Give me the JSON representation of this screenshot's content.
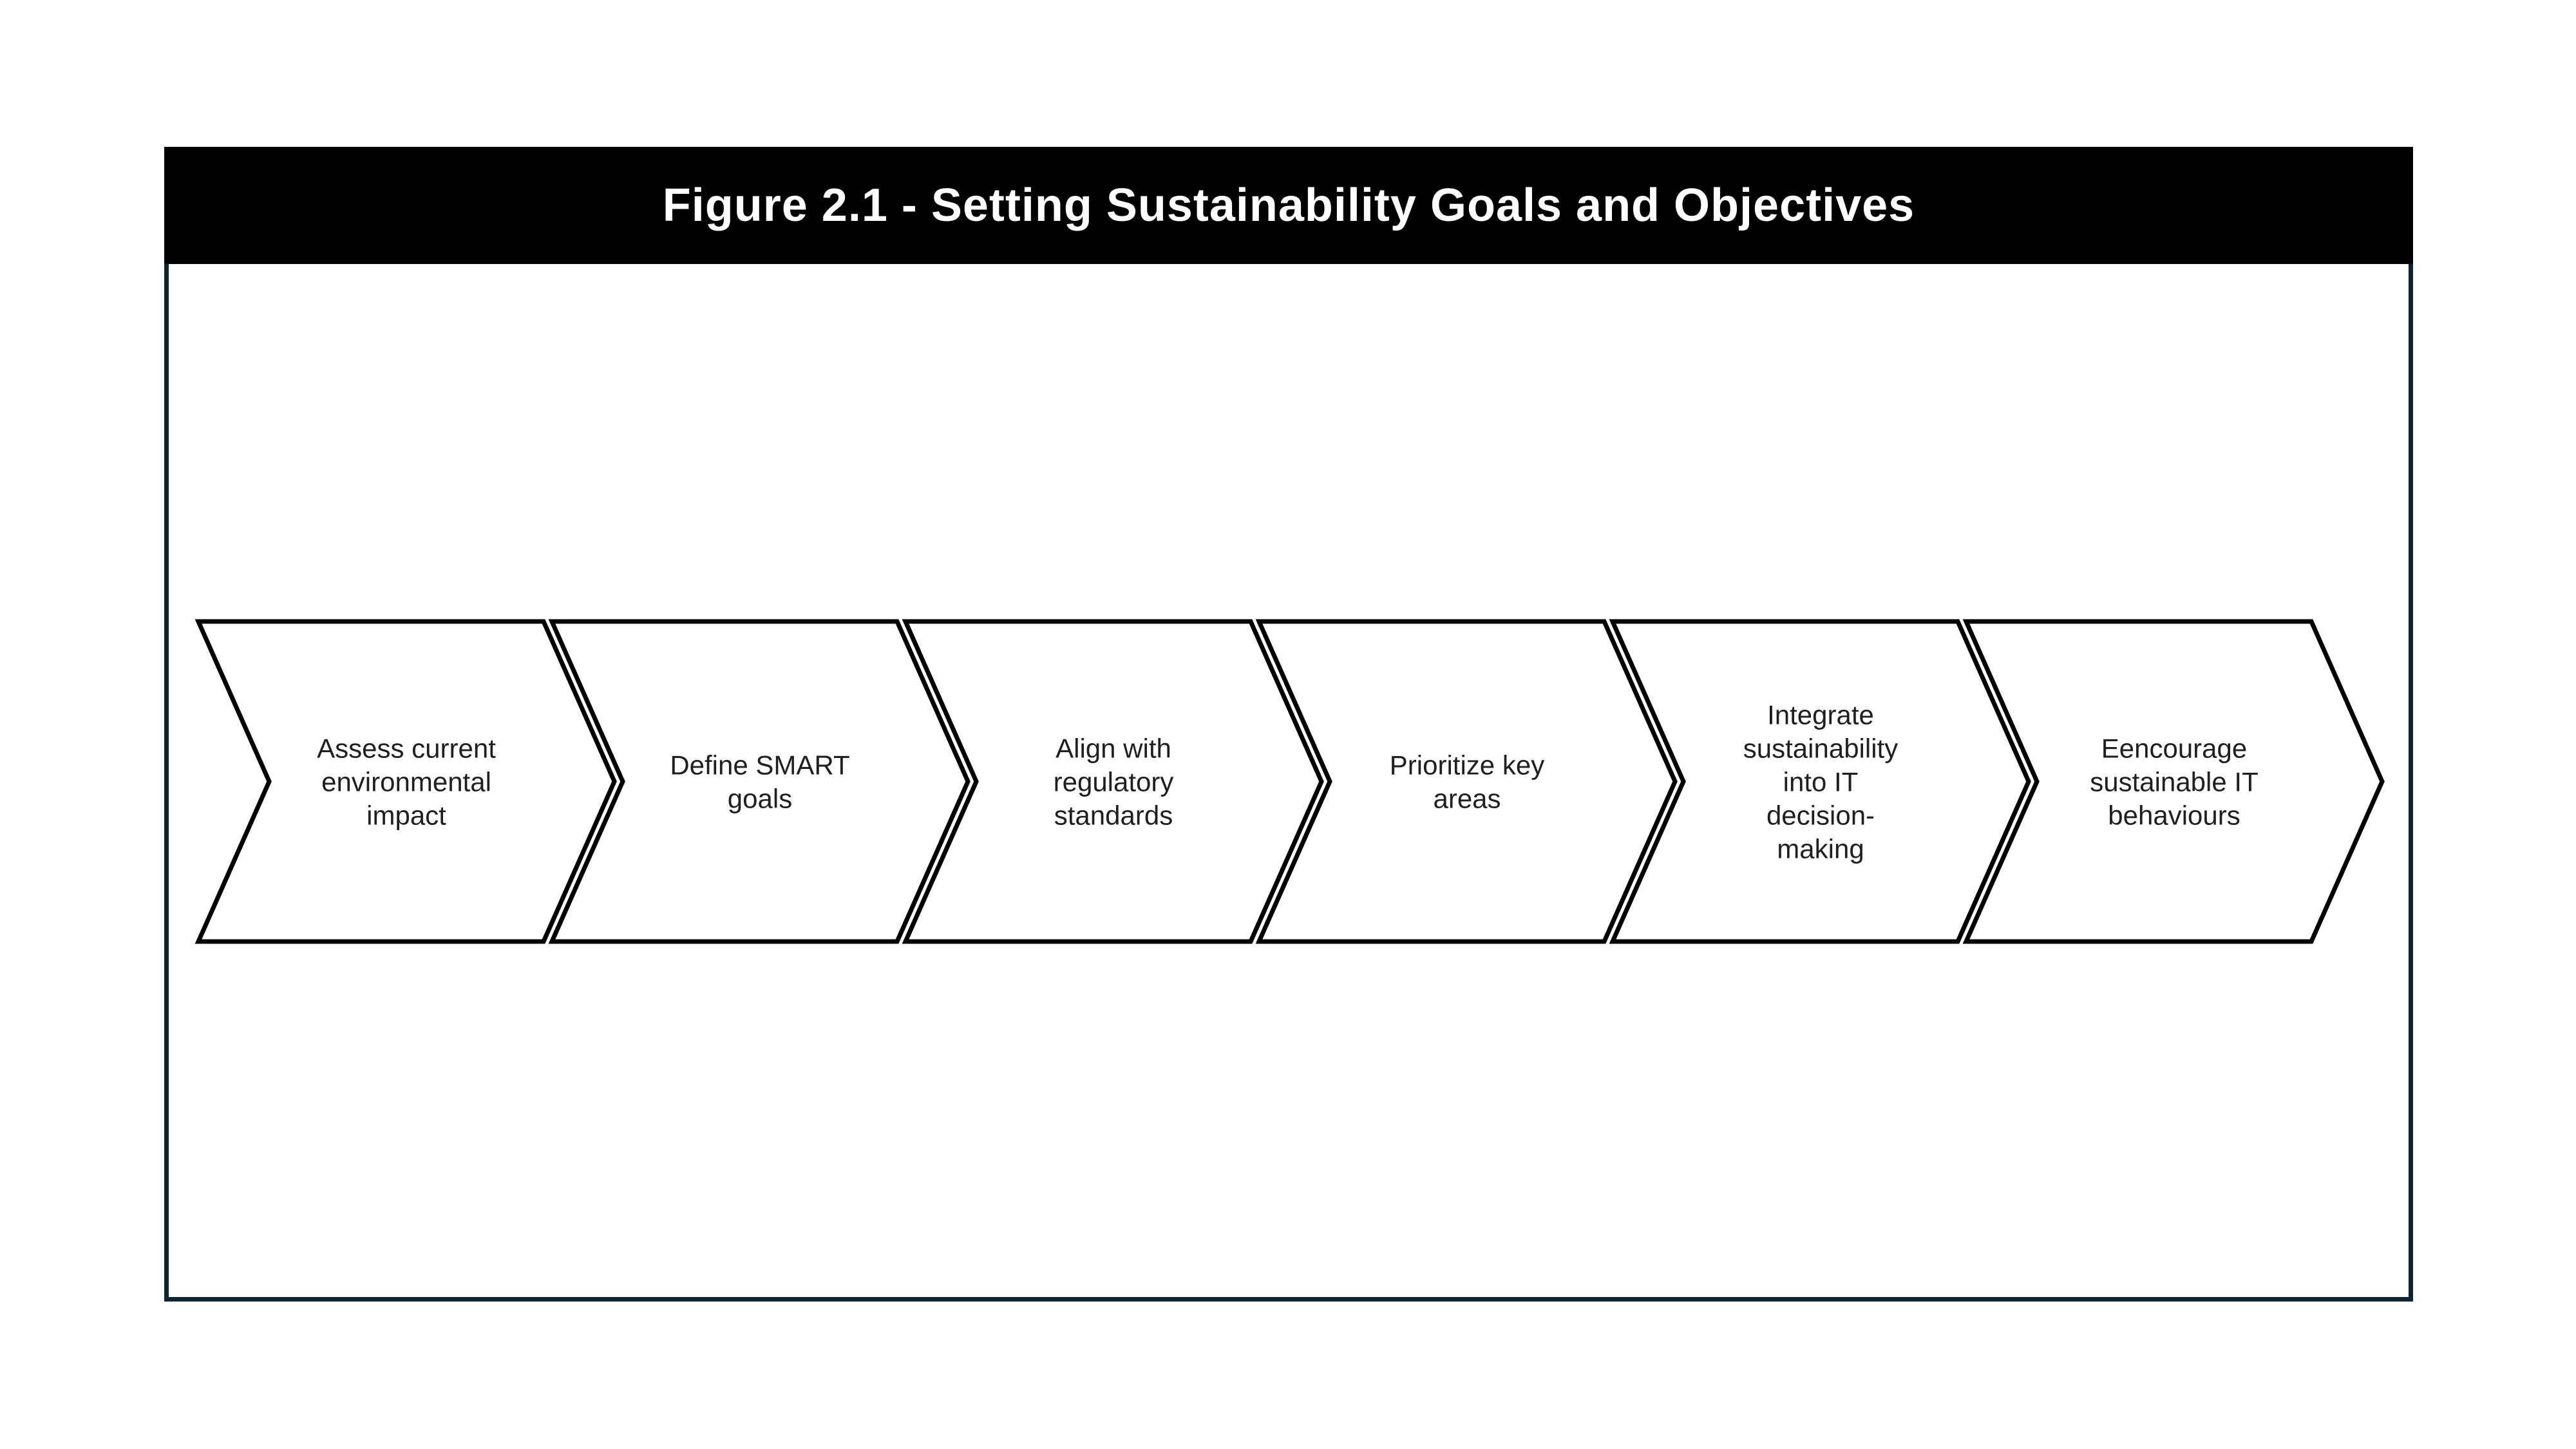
{
  "header": {
    "title": "Figure 2.1 - Setting Sustainability Goals and Objectives",
    "background_color": "#000000",
    "text_color": "#ffffff"
  },
  "frame": {
    "border_color": "#0a2533",
    "background_color": "#ffffff"
  },
  "process": {
    "type": "chevron-flow",
    "direction": "left-to-right",
    "shape_outline_color": "#000000",
    "shape_fill_color": "#ffffff",
    "text_color": "#1f1f1f",
    "steps": [
      {
        "label": "Assess current environmental impact",
        "lines": [
          "Assess current",
          "environmental",
          "impact"
        ]
      },
      {
        "label": "Define SMART goals",
        "lines": [
          "Define SMART",
          "goals"
        ]
      },
      {
        "label": "Align with regulatory standards",
        "lines": [
          "Align with",
          "regulatory",
          "standards"
        ]
      },
      {
        "label": "Prioritize key areas",
        "lines": [
          "Prioritize key",
          "areas"
        ]
      },
      {
        "label": "Integrate sustainability into IT decision-making",
        "lines": [
          "Integrate",
          "sustainability",
          "into IT",
          "decision-",
          "making"
        ]
      },
      {
        "label": "Eencourage sustainable IT behaviours",
        "lines": [
          "Eencourage",
          "sustainable IT",
          "behaviours"
        ]
      }
    ]
  }
}
